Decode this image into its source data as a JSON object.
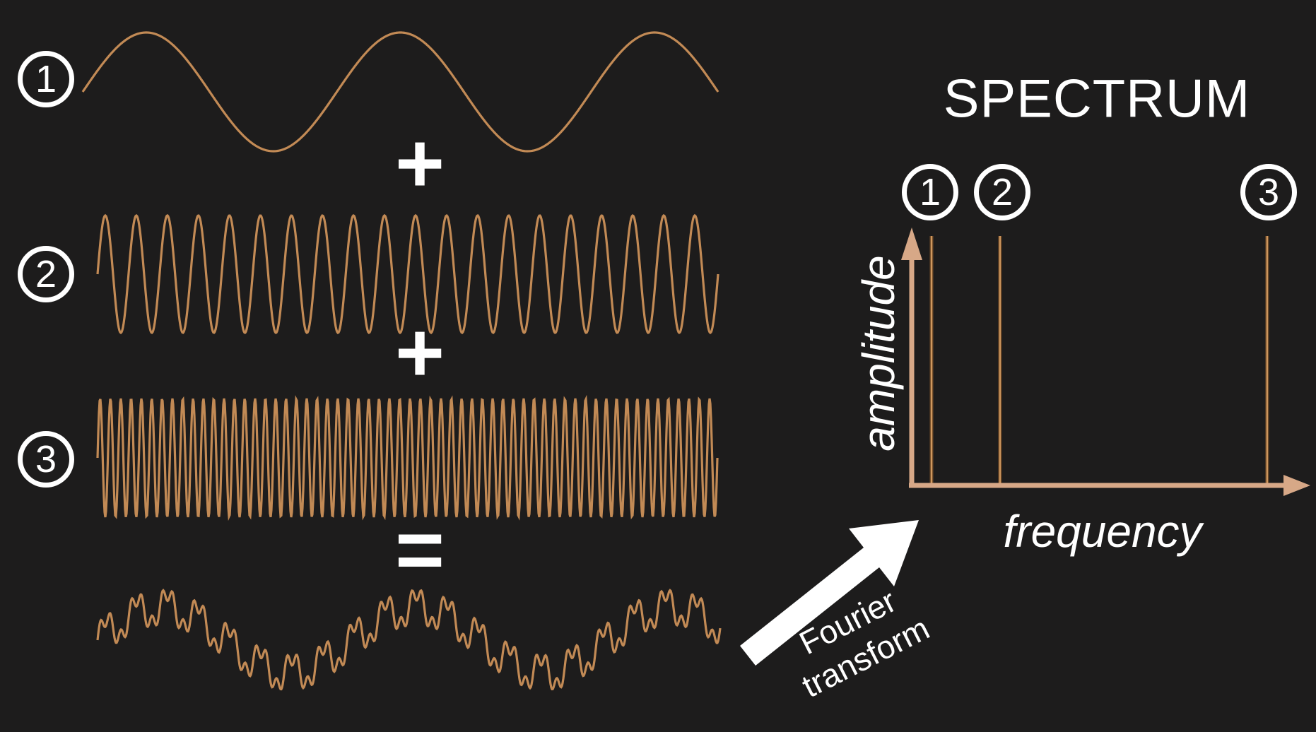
{
  "colors": {
    "background": "#1d1c1c",
    "wave": "#c28a55",
    "wave_core": "#cf985f",
    "wave_edge": "#6f4a27",
    "axis": "#d7a887",
    "text": "#ffffff"
  },
  "left_panel": {
    "badges": [
      {
        "label": "1"
      },
      {
        "label": "2"
      },
      {
        "label": "3"
      }
    ],
    "operators": {
      "plus1": "+",
      "plus2": "+",
      "equals": "="
    }
  },
  "fourier_arrow": {
    "label_line1": "Fourier",
    "label_line2": "transform"
  },
  "spectrum": {
    "title": "SPECTRUM",
    "y_axis_label": "amplitude",
    "x_axis_label": "frequency",
    "badges": [
      {
        "label": "1"
      },
      {
        "label": "2"
      },
      {
        "label": "3"
      }
    ]
  },
  "chart_data": {
    "type": "diagram",
    "description": "Three sine waves (1 low, 2 medium, 3 high frequency) are summed into a composite signal; a Fourier transform of the composite yields an amplitude spectrum with three discrete peaks at the corresponding frequencies.",
    "signals": [
      {
        "id": "1",
        "cycles_shown": 2.5,
        "relative_frequency": 1,
        "amplitude": 1
      },
      {
        "id": "2",
        "cycles_shown": 20,
        "relative_frequency": 8,
        "amplitude": 1
      },
      {
        "id": "3",
        "cycles_shown": 60,
        "relative_frequency": 24,
        "amplitude": 1
      }
    ],
    "composite": {
      "component_mix": [
        0.575,
        0.275,
        0.15
      ],
      "component_cycles": [
        2.44,
        20,
        60
      ]
    },
    "spectrum_peaks": [
      {
        "id": "1",
        "frequency_axis_fraction": 0.05,
        "amplitude": 1
      },
      {
        "id": "2",
        "frequency_axis_fraction": 0.223,
        "amplitude": 1
      },
      {
        "id": "3",
        "frequency_axis_fraction": 0.898,
        "amplitude": 1
      }
    ]
  }
}
